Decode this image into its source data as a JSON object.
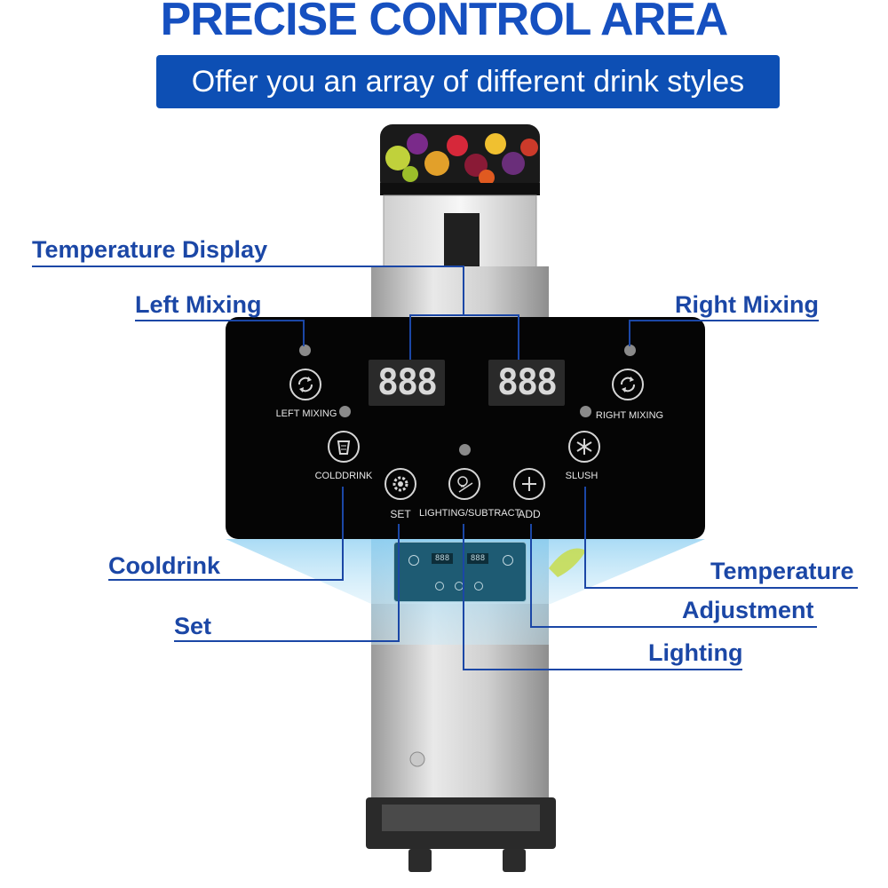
{
  "header": {
    "title": "PRECISE CONTROL AREA",
    "subtitle": "Offer you an array of different drink styles"
  },
  "callouts": {
    "temperature_display": "Temperature Display",
    "left_mixing": "Left Mixing",
    "right_mixing": "Right Mixing",
    "cooldrink": "Cooldrink",
    "temperature": "Temperature",
    "set": "Set",
    "adjustment": "Adjustment",
    "lighting": "Lighting"
  },
  "panel": {
    "display_left": "888",
    "display_right": "888",
    "left_mixing": "LEFT MIXING",
    "right_mixing": "RIGHT MIXING",
    "colddrink": "COLDDRINK",
    "slush": "SLUSH",
    "set": "SET",
    "lighting_subtract": "LIGHTING/SUBTRACT",
    "add": "ADD"
  },
  "colors": {
    "brand_blue": "#1650c0",
    "callout_blue": "#1b47a6",
    "panel_black": "#050505"
  }
}
